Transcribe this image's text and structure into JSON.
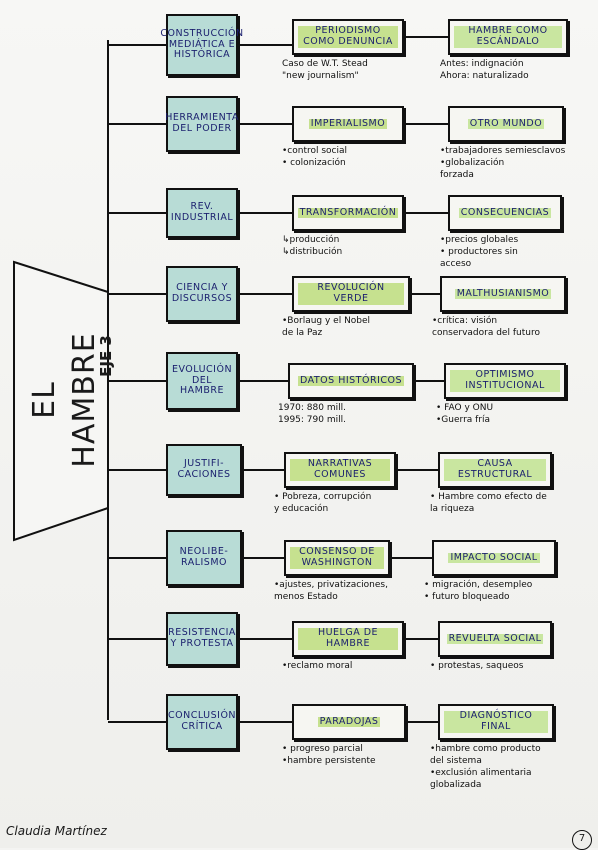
{
  "root": {
    "title": "EL HAMBRE",
    "axis": "EJE 3"
  },
  "rows": [
    {
      "category": "CONSTRUCCIÓN MEDIÁTICA E HISTÓRICA",
      "concept": "PERIODISMO COMO DENUNCIA",
      "concept_notes": [
        "Caso de W.T. Stead",
        "\"new journalism\""
      ],
      "result": "HAMBRE COMO ESCÁNDALO",
      "result_notes": [
        "Antes: indignación",
        "Ahora: naturalizado"
      ]
    },
    {
      "category": "HERRAMIENTA DEL PODER",
      "concept": "IMPERIALISMO",
      "concept_notes": [
        "•control social",
        "• colonización"
      ],
      "result": "OTRO MUNDO",
      "result_notes": [
        "•trabajadores semiesclavos",
        "•globalización",
        "forzada"
      ]
    },
    {
      "category": "REV. INDUSTRIAL",
      "concept": "TRANSFORMACIÓN",
      "concept_notes": [
        "↳producción",
        "↳distribución"
      ],
      "result": "CONSECUENCIAS",
      "result_notes": [
        "•precios globales",
        "• productores sin",
        "acceso"
      ]
    },
    {
      "category": "CIENCIA Y DISCURSOS",
      "concept": "REVOLUCIÓN VERDE",
      "concept_notes": [
        "•Borlaug y el Nobel",
        "de la Paz"
      ],
      "result": "MALTHUSIANISMO",
      "result_notes": [
        "•crítica: visión",
        "conservadora del futuro"
      ]
    },
    {
      "category": "EVOLUCIÓN DEL HAMBRE",
      "concept": "DATOS HISTÓRICOS",
      "concept_notes": [
        "1970: 880 mill.",
        "1995: 790 mill."
      ],
      "result": "OPTIMISMO INSTITUCIONAL",
      "result_notes": [
        "• FAO y ONU",
        "•Guerra fría"
      ]
    },
    {
      "category": "JUSTIFI- CACIONES",
      "concept": "NARRATIVAS COMUNES",
      "concept_notes": [
        "• Pobreza, corrupción",
        "y educación"
      ],
      "result": "CAUSA ESTRUCTURAL",
      "result_notes": [
        "• Hambre como efecto de",
        "la riqueza"
      ]
    },
    {
      "category": "NEOLIBE- RALISMO",
      "concept": "CONSENSO DE WASHINGTON",
      "concept_notes": [
        "•ajustes, privatizaciones,",
        "menos Estado"
      ],
      "result": "IMPACTO SOCIAL",
      "result_notes": [
        "• migración, desempleo",
        "• futuro bloqueado"
      ]
    },
    {
      "category": "RESISTENCIA Y PROTESTA",
      "concept": "HUELGA DE HAMBRE",
      "concept_notes": [
        "•reclamo moral"
      ],
      "result": "REVUELTA SOCIAL",
      "result_notes": [
        "• protestas, saqueos"
      ]
    },
    {
      "category": "CONCLUSIÓN CRÍTICA",
      "concept": "PARADOJAS",
      "concept_notes": [
        "• progreso parcial",
        "•hambre persistente"
      ],
      "result": "DIAGNÓSTICO FINAL",
      "result_notes": [
        "•hambre como producto",
        "del sistema",
        "•exclusión alimentaria",
        "globalizada"
      ]
    }
  ],
  "footer": {
    "author": "Claudia Martínez",
    "page": "7"
  }
}
